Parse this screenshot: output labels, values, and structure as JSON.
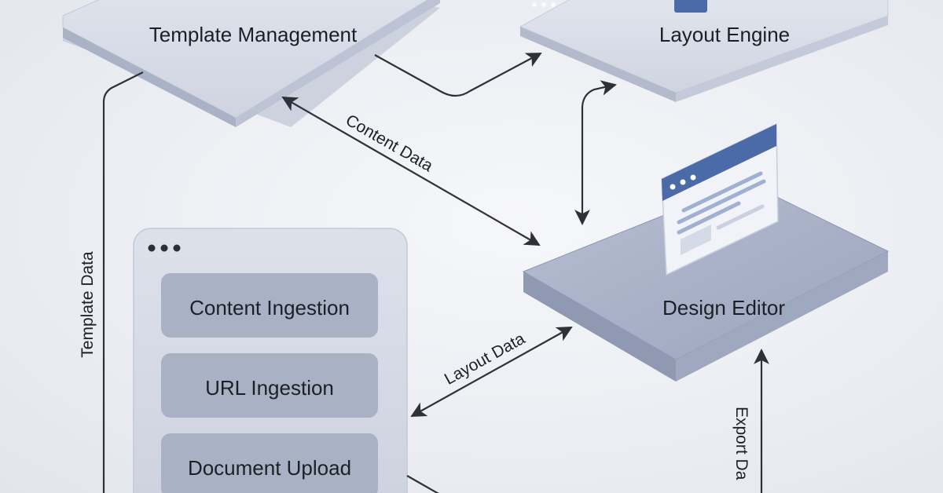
{
  "nodes": {
    "template_management": "Template Management",
    "layout_engine": "Layout Engine",
    "design_editor": "Design Editor"
  },
  "ingestion_panel": {
    "items": [
      "Content Ingestion",
      "URL Ingestion",
      "Document Upload"
    ]
  },
  "edges": {
    "content_data": "Content Data",
    "template_data": "Template Data",
    "layout_data": "Layout Data",
    "export_data": "Export Da"
  },
  "colors": {
    "platform_top": "#d7dbe6",
    "platform_side": "#aab2c6",
    "editor_top": "#a6b0c6",
    "window_header": "#4a6aa8",
    "item_fill": "#a9b1c4",
    "panel_fill": "#d3d8e3",
    "arrow": "#2e3138"
  }
}
